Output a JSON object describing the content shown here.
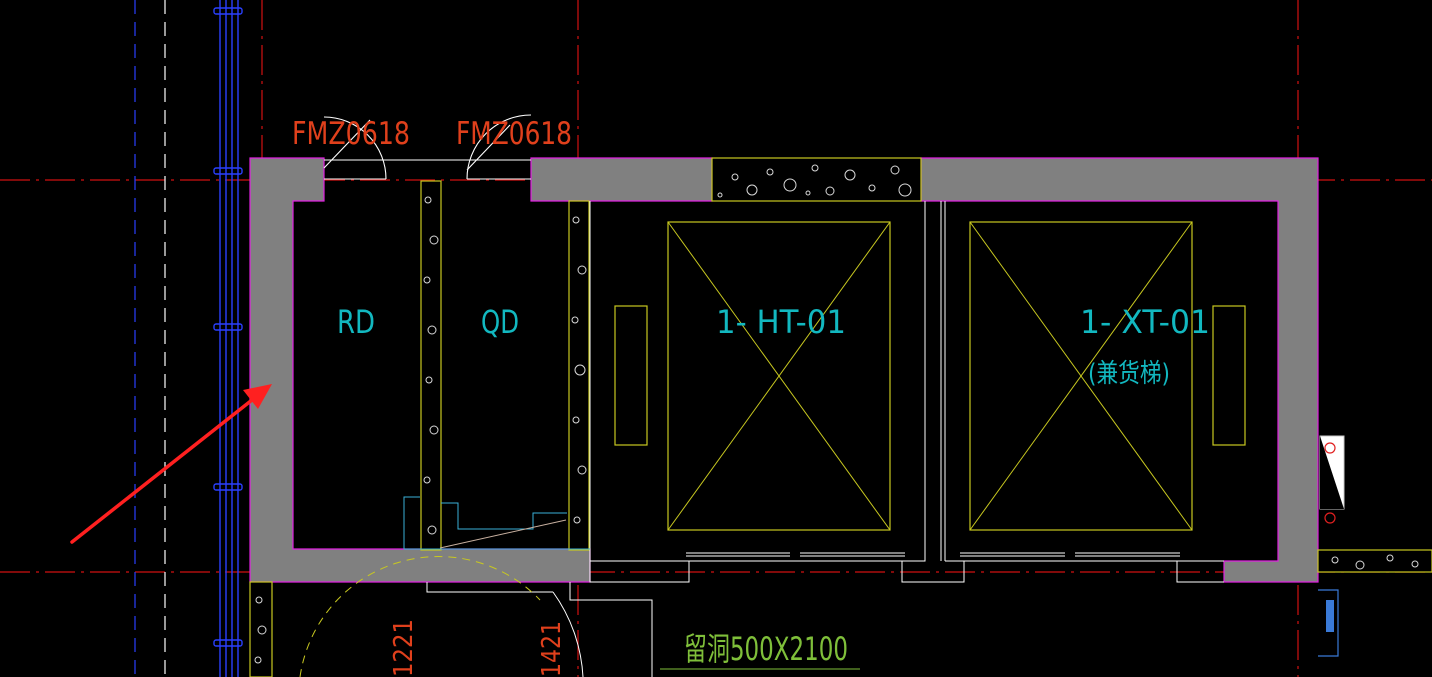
{
  "drawing": {
    "door_tags": [
      "FMZ0618",
      "FMZ0618"
    ],
    "rooms": [
      "RD",
      "QD"
    ],
    "elevators": [
      {
        "tag": "1- HT-01",
        "note": ""
      },
      {
        "tag": "1- XT-01",
        "note": "(兼货梯)"
      }
    ],
    "opening_note": "留洞500X2100",
    "partial_dims": [
      "1221",
      "1421"
    ]
  },
  "colors": {
    "background": "#000000",
    "wall_fill": "#808080",
    "wall_outline": "#e020e0",
    "axis_line": "#e01010",
    "text_red": "#e0401c",
    "text_cyan": "#12b8c0",
    "text_green": "#7fbf3a",
    "yellow_line": "#c8c820",
    "blue_line": "#3a3aff",
    "arrow": "#ff2020"
  }
}
